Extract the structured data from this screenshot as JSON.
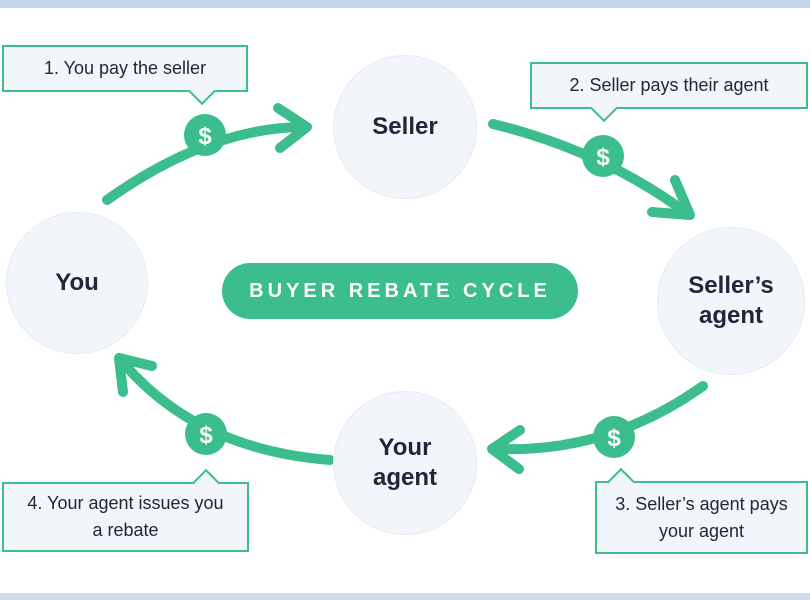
{
  "title_pill": {
    "label": "BUYER REBATE CYCLE"
  },
  "nodes": [
    {
      "id": "seller",
      "label": "Seller"
    },
    {
      "id": "sellers-agent",
      "label": "Seller’s agent"
    },
    {
      "id": "your-agent",
      "label": "Your agent"
    },
    {
      "id": "you",
      "label": "You"
    }
  ],
  "steps": [
    {
      "label": "1. You pay the seller"
    },
    {
      "label": "2. Seller pays their agent"
    },
    {
      "label": "3. Seller’s agent pays your agent"
    },
    {
      "label": "4. Your agent issues you a rebate"
    }
  ],
  "money_icon": {
    "name": "dollar-icon",
    "glyph": "$"
  },
  "colors": {
    "accent_green": "#3bbd8d",
    "node_fill": "#f2f5fa",
    "callout_fill": "#f2f6fa",
    "text_dark": "#212737",
    "top_edge_bar": "#c5d4e9",
    "bottom_edge_bar": "#cfdcee"
  }
}
